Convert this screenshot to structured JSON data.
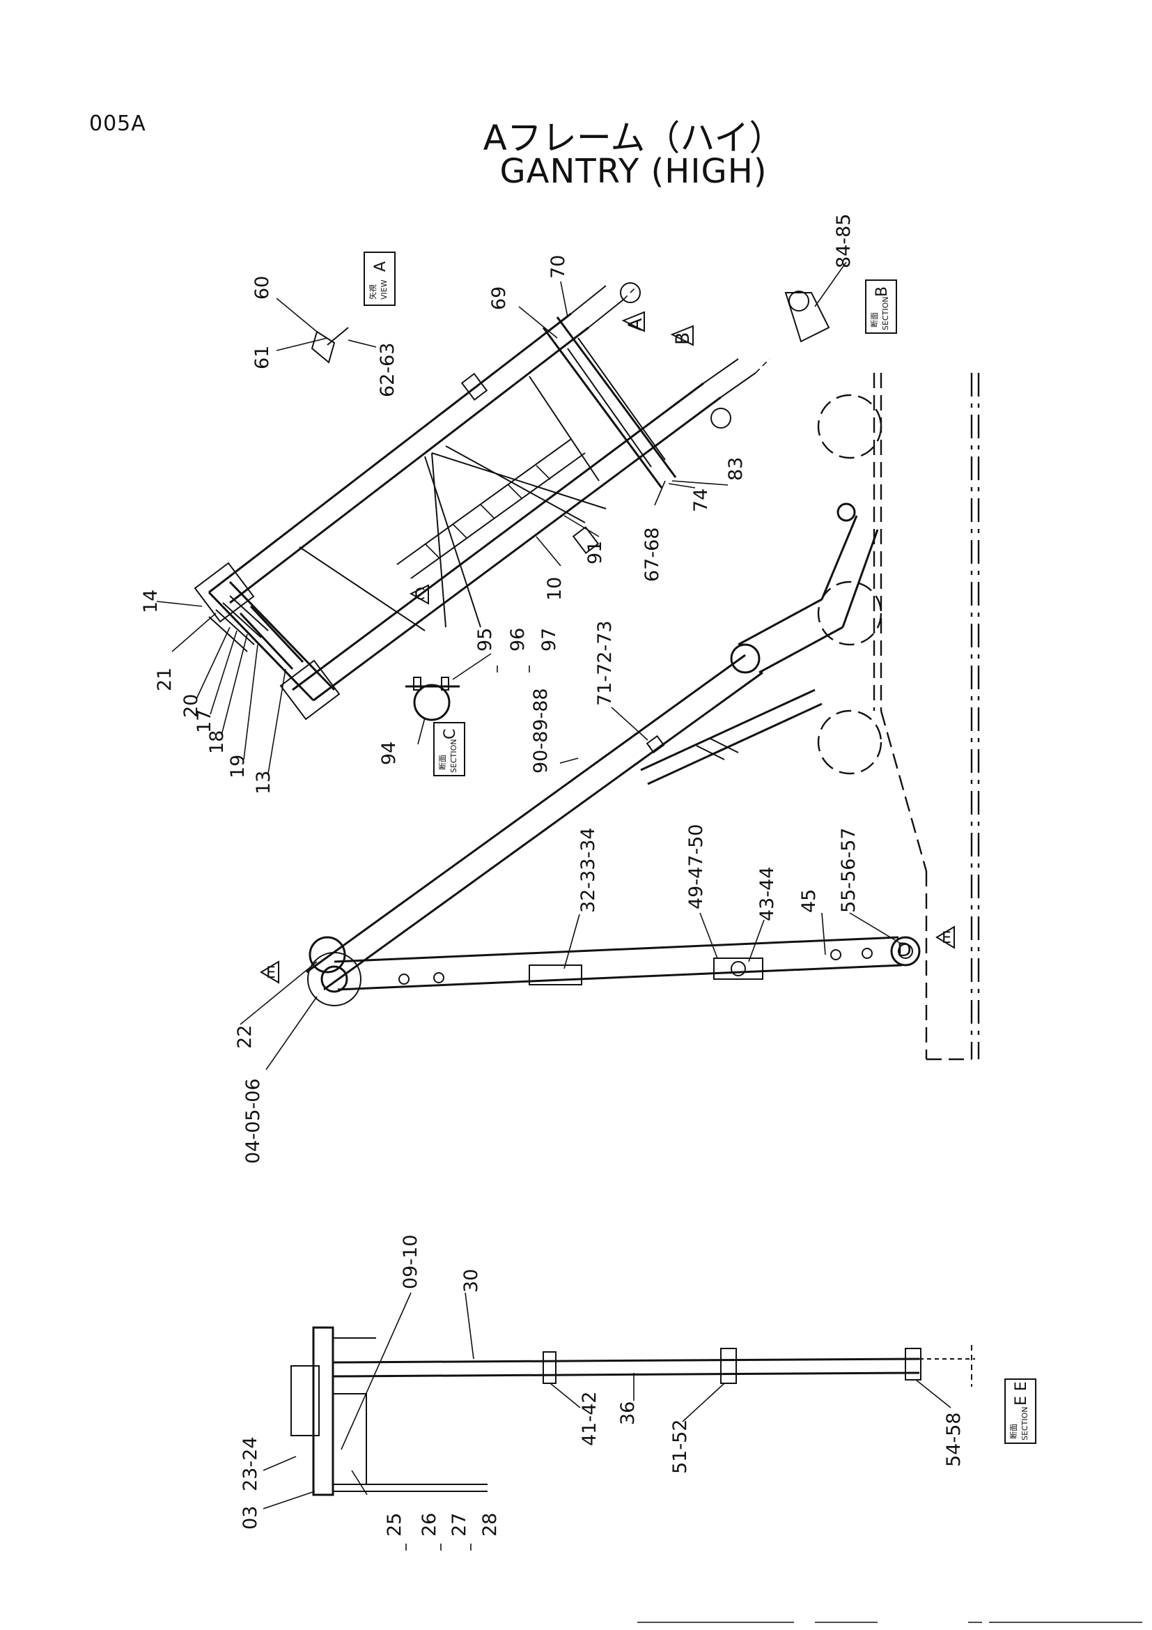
{
  "page_code": "005A",
  "title_jp": "Aフレーム（ハイ）",
  "title_en": "GANTRY (HIGH)",
  "view_tags": {
    "view_a": {
      "jp": "矢視",
      "en": "VIEW",
      "letter": "A"
    },
    "section_b": {
      "jp": "断面",
      "en": "SECTION",
      "letter": "B"
    },
    "section_c": {
      "jp": "断面",
      "en": "SECTION",
      "letter": "C"
    },
    "section_ee": {
      "jp": "断面",
      "en": "SECTION",
      "letter": "E E"
    }
  },
  "arrow_letters": {
    "a": "A",
    "b": "B",
    "c": "C",
    "d": "D",
    "e_left": "E",
    "e_right": "E"
  },
  "callouts": {
    "p60": "60",
    "p61": "61",
    "p6263": "62-63",
    "p70": "70",
    "p69": "69",
    "p8485": "84-85",
    "p83": "83",
    "p74": "74",
    "p6768": "67-68",
    "p91": "91",
    "p10": "10",
    "p14": "14",
    "p21": "21",
    "p20": "20",
    "p17": "17",
    "p18": "18",
    "p19": "19",
    "p13": "13",
    "p95": "95",
    "p96": "96",
    "p97": "97",
    "p94": "94",
    "p717273": "71-72-73",
    "p908988": "90-89-88",
    "p323334": "32-33-34",
    "p494750": "49-47-50",
    "p4344": "43-44",
    "p45": "45",
    "p555657": "55-56-57",
    "p22": "22",
    "p040506": "04-05-06",
    "p0910": "09-10",
    "p30": "30",
    "p4142": "41-42",
    "p36": "36",
    "p5152": "51-52",
    "p5458": "54-58",
    "p03": "03",
    "p2324": "23-24",
    "p25": "25",
    "p26": "26",
    "p27": "27",
    "p28": "28"
  }
}
